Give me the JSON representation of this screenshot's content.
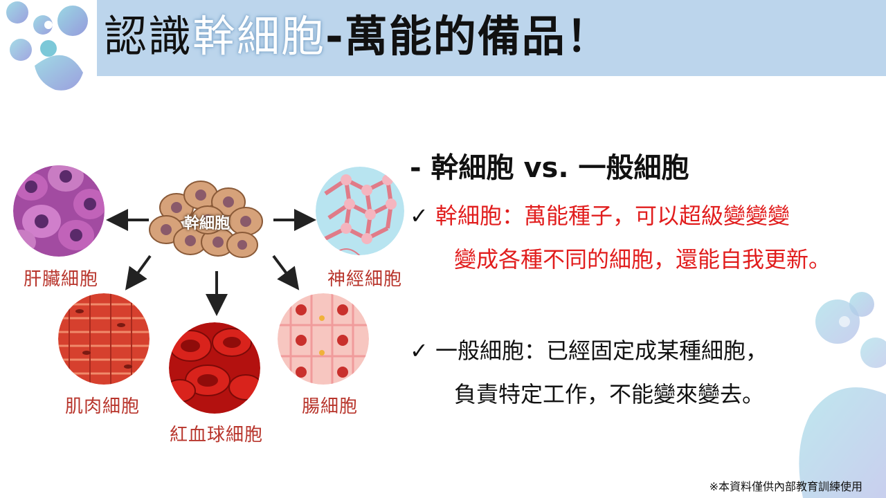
{
  "title": {
    "part1": "認識",
    "part2": "幹細胞",
    "part3": "-萬能的備品！"
  },
  "diagram": {
    "center_label": "幹細胞",
    "cells": {
      "liver": "肝臟細胞",
      "nerve": "神經細胞",
      "muscle": "肌肉細胞",
      "rbc": "紅血球細胞",
      "intestine": "腸細胞"
    }
  },
  "content": {
    "heading": "- 幹細胞 vs. 一般細胞",
    "check": "✓",
    "item1_line1": "幹細胞：萬能種子，可以超級變變變",
    "item1_line2": "變成各種不同的細胞，還能自我更新。",
    "item2_line1": "一般細胞：已經固定成某種細胞，",
    "item2_line2": "負責特定工作，不能變來變去。"
  },
  "footer": "※本資料僅供內部教育訓練使用",
  "colors": {
    "title_bar": "#bcd5ec",
    "label_red": "#b8352c",
    "highlight_red": "#e11d1d"
  }
}
